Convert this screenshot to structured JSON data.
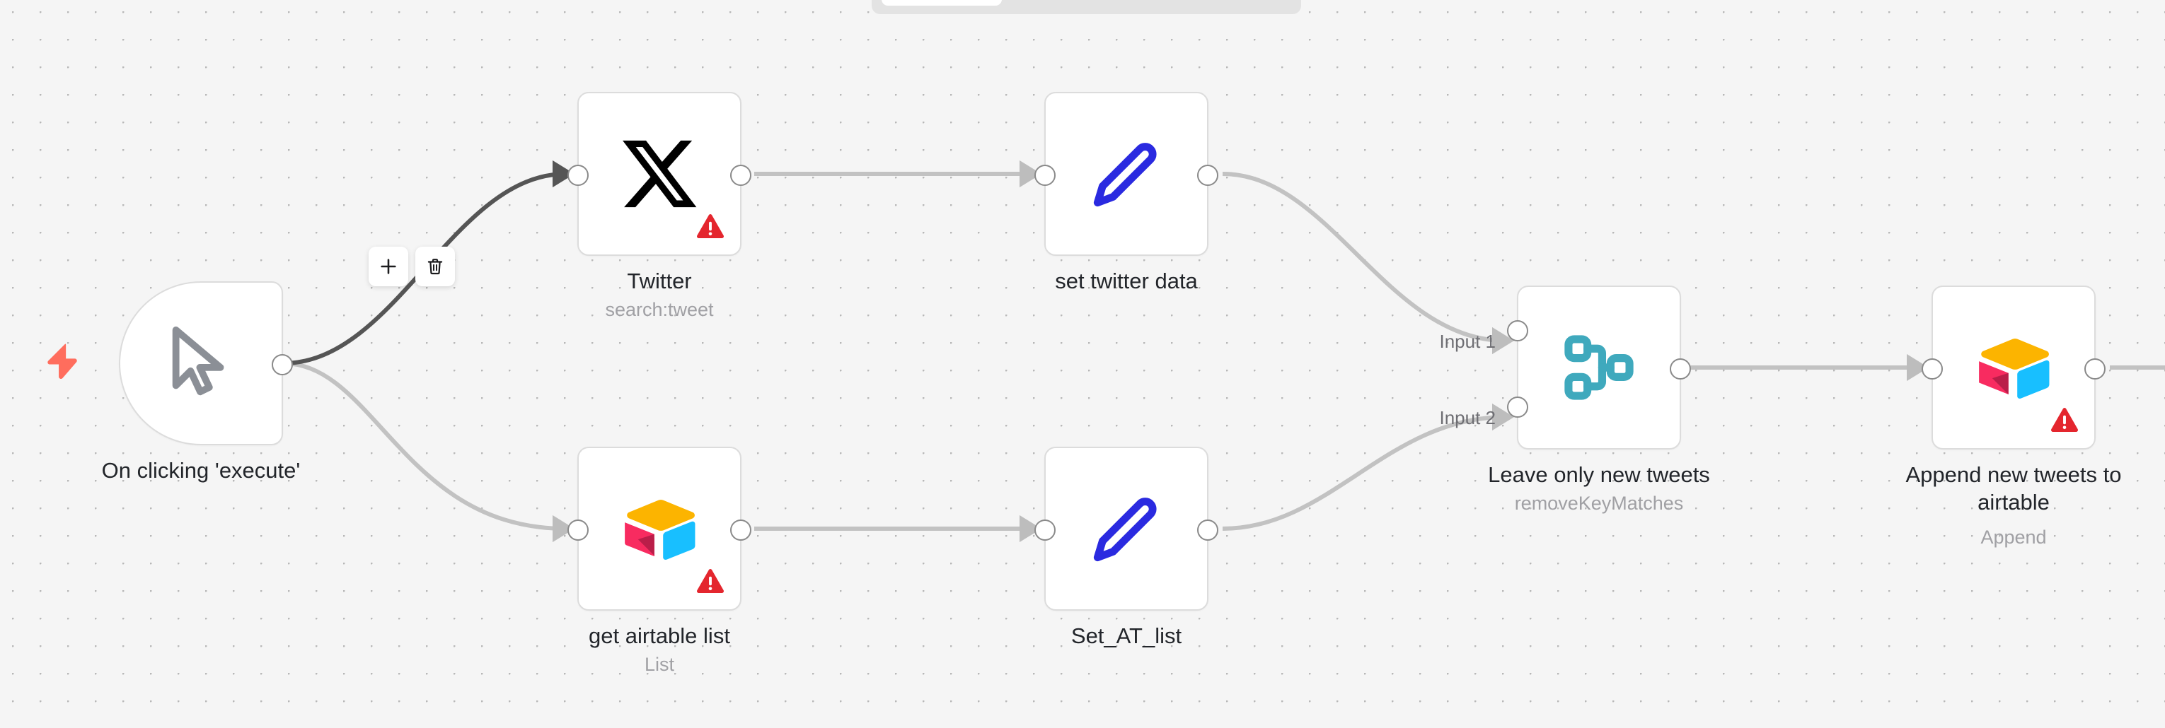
{
  "app": {
    "canvas_background": "#f5f5f5",
    "grid_dot_color": "#b8b8b8"
  },
  "top_toolbar": {
    "present": true,
    "background": "#e3e3e3",
    "active_tab_pill_color": "#ffffff"
  },
  "colors": {
    "node_border": "#dcdcdc",
    "node_fill": "#ffffff",
    "edge_default": "#c2c2c2",
    "edge_hover": "#555555",
    "warning_red": "#e4262e",
    "trigger_bolt": "#ff6d5d",
    "pencil_blue": "#2a2ae0",
    "merge_teal": "#3fa9bd",
    "airtable_yellow": "#fcb400",
    "airtable_cyan": "#18bfff",
    "airtable_pink": "#f82b60",
    "airtable_pink_dark": "#ba1e49",
    "label_primary": "#22252a",
    "label_secondary": "#a0a0a4",
    "port_stroke": "#8a8a8a"
  },
  "nodes": [
    {
      "id": "on-clicking-execute",
      "label": "On clicking 'execute'",
      "sublabel": "",
      "icon": "mouse-pointer-icon",
      "shape": "trigger",
      "has_warning": false,
      "has_trigger_bolt": true
    },
    {
      "id": "twitter",
      "label": "Twitter",
      "sublabel": "search:tweet",
      "icon": "x-twitter-icon",
      "shape": "rect",
      "has_warning": true,
      "has_trigger_bolt": false
    },
    {
      "id": "set-twitter-data",
      "label": "set twitter data",
      "sublabel": "",
      "icon": "pencil-icon",
      "shape": "rect",
      "has_warning": false,
      "has_trigger_bolt": false
    },
    {
      "id": "get-airtable-list",
      "label": "get airtable list",
      "sublabel": "List",
      "icon": "airtable-icon",
      "shape": "rect",
      "has_warning": true,
      "has_trigger_bolt": false
    },
    {
      "id": "set-at-list",
      "label": "Set_AT_list",
      "sublabel": "",
      "icon": "pencil-icon",
      "shape": "rect",
      "has_warning": false,
      "has_trigger_bolt": false
    },
    {
      "id": "leave-only-new-tweets",
      "label": "Leave only new tweets",
      "sublabel": "removeKeyMatches",
      "icon": "merge-icon",
      "shape": "rect",
      "has_warning": false,
      "has_trigger_bolt": false,
      "input_labels": [
        "Input 1",
        "Input 2"
      ]
    },
    {
      "id": "append-new-tweets-to-airtable",
      "label": "Append new tweets to\nairtable",
      "sublabel": "Append",
      "icon": "airtable-icon",
      "shape": "rect",
      "has_warning": true,
      "has_trigger_bolt": false
    }
  ],
  "connection_toolbar": {
    "add_label": "+",
    "delete_label": "trash",
    "buttons": [
      "plus-icon",
      "trash-icon"
    ]
  },
  "merge_inputs": {
    "input_1": "Input 1",
    "input_2": "Input 2"
  }
}
